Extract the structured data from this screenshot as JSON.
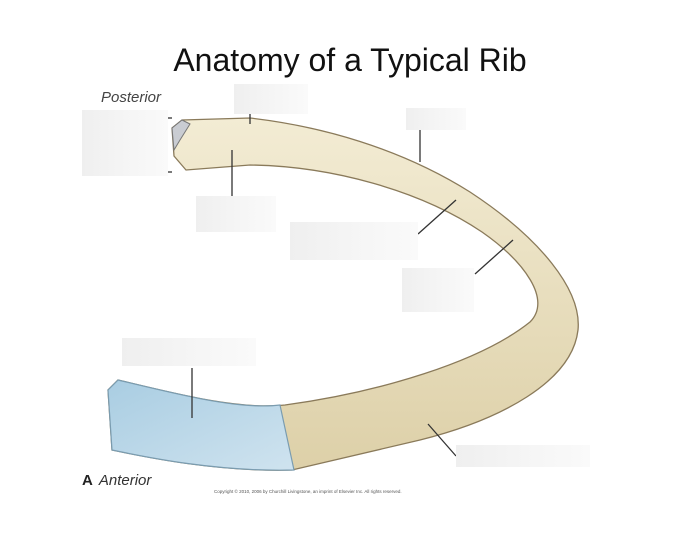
{
  "title": "Anatomy of a Typical Rib",
  "labels": {
    "posterior": "Posterior",
    "panel_letter": "A",
    "anterior": "Anterior"
  },
  "copyright": "Copyright © 2010, 2006 by Churchill Livingstone, an imprint of Elsevier Inc. All rights reserved.",
  "colors": {
    "bone": "#ede3c4",
    "cartilage": "#b9d6e6",
    "outline": "#8a7a5a",
    "label_mask": "#f0f0f0"
  }
}
